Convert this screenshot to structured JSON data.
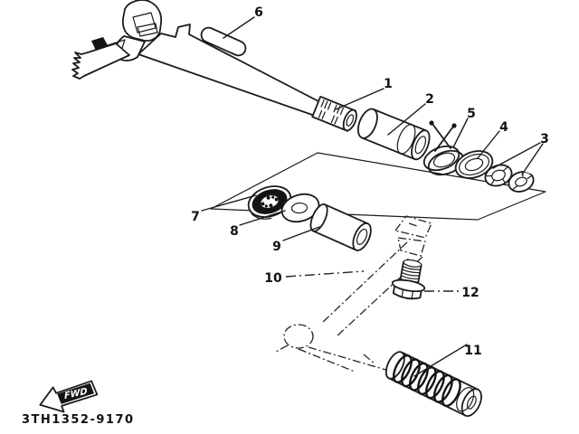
{
  "figure": {
    "part_code": "3TH1352-9170",
    "fwd_label": "FWD",
    "callouts": {
      "c1": "1",
      "c2": "2",
      "c3": "3",
      "c4": "4",
      "c5": "5",
      "c6": "6",
      "c7": "7",
      "c8": "8",
      "c9": "9",
      "c10": "10",
      "c11": "11",
      "c12": "12"
    }
  }
}
